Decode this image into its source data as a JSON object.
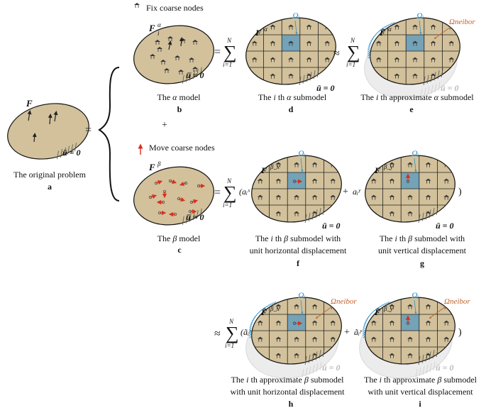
{
  "legend": {
    "fix_nodes": "Fix coarse nodes",
    "move_nodes": "Move coarse nodes"
  },
  "panels": {
    "a": {
      "caption": "The original problem",
      "tag": "a",
      "force": "F",
      "bc": "ū = 0"
    },
    "b": {
      "caption": "The α model",
      "tag": "b",
      "force": "F",
      "force_sup": "α",
      "force_sub": "i",
      "bc": "ū = 0"
    },
    "c": {
      "caption": "The β model",
      "tag": "c",
      "force": "F",
      "force_sup": "β",
      "bc": "ū = 0"
    },
    "d": {
      "caption": "The i th α submodel",
      "tag": "d",
      "force": "F",
      "force_sup": "α",
      "force_sub": "i",
      "bc": "ū = 0",
      "omega": "Ωᵢ"
    },
    "e": {
      "caption": "The i th approximate α submodel",
      "tag": "e",
      "force": "F̃",
      "force_sup": "α",
      "force_sub": "i",
      "bc": "ū = 0",
      "omega": "Ωᵢ",
      "neighbor": "Ωneibor"
    },
    "f": {
      "caption1": "The i th β submodel with",
      "caption2": "unit horizontal displacement",
      "tag": "f",
      "force": "F",
      "force_sup": "β_x",
      "force_sub": "i",
      "bc": "ū = 0",
      "omega": "Ωᵢ"
    },
    "g": {
      "caption1": "The i th β submodel with",
      "caption2": "unit vertical displacement",
      "tag": "g",
      "force": "F",
      "force_sup": "β_y",
      "force_sub": "i",
      "bc": "ū = 0",
      "omega": "Ωᵢ"
    },
    "h": {
      "caption1": "The i th approximate β submodel",
      "caption2": "with unit horizontal displacement",
      "tag": "h",
      "force": "F̃",
      "force_sup": "β_x",
      "force_sub": "i",
      "bc": "ū = 0",
      "omega": "Ωᵢ",
      "neighbor": "Ωneibor"
    },
    "i": {
      "caption1": "The i th approximate β submodel",
      "caption2": "with unit vertical displacement",
      "tag": "i",
      "force": "F̃",
      "force_sup": "β_y",
      "force_sub": "i",
      "bc": "ū = 0",
      "omega": "Ωᵢ",
      "neighbor": "Ωneibor"
    }
  },
  "operators": {
    "equals": "=",
    "approx": "≈",
    "plus": "+",
    "sum": "∑",
    "sum_top": "N",
    "sum_bottom": "i=1",
    "coef_ax": "(aᵢˣ",
    "coef_ay": "aᵢʸ",
    "coef_ax_tilde": "(ãᵢˣ",
    "coef_ay_tilde": "ãᵢʸ",
    "close_paren": ")"
  },
  "colors": {
    "body_fill": "#d2c19b",
    "body_stroke": "#111111",
    "sub_fill": "#6fa0b7",
    "omega_text": "#2d8fc9",
    "neighbor_text": "#c0622a",
    "fix_arrow": "#333333",
    "move_arrow": "#d8301e",
    "faded_fill": "#ececec",
    "faded_text": "#bbbbbb"
  }
}
